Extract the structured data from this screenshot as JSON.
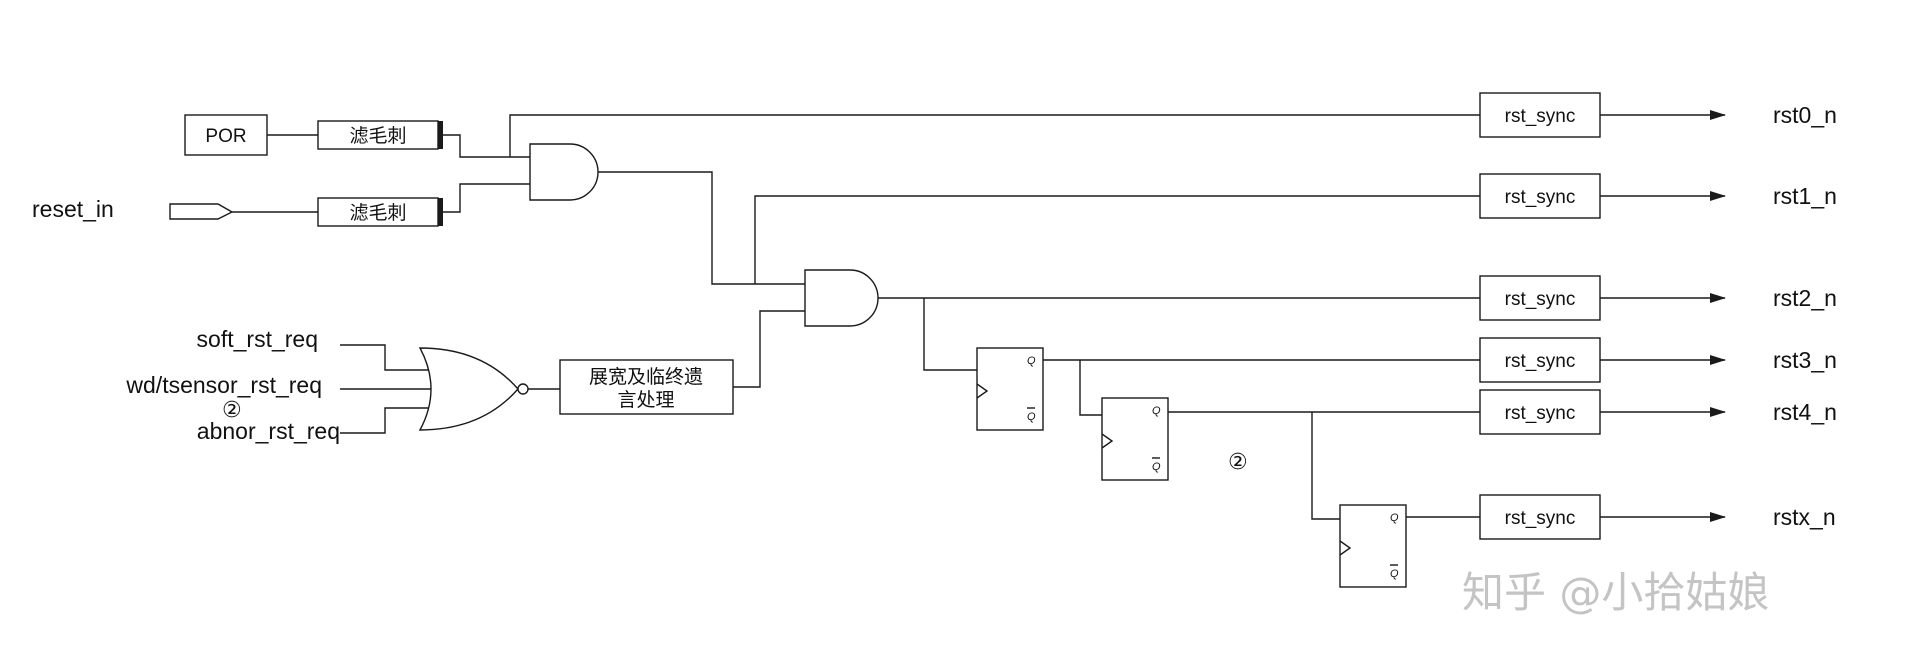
{
  "inputs": {
    "por": "POR",
    "reset_in": "reset_in",
    "soft": "soft_rst_req",
    "wd": "wd/tsensor_rst_req",
    "abnor": "abnor_rst_req"
  },
  "filter_label": "滤毛刺",
  "stretch_line1": "展宽及临终遗",
  "stretch_line2": "言处理",
  "sync_label": "rst_sync",
  "ff_q": "Q",
  "ff_qbar": "Q",
  "outputs": [
    "rst0_n",
    "rst1_n",
    "rst2_n",
    "rst3_n",
    "rst4_n",
    "rstx_n"
  ],
  "marker": "②",
  "watermark": "知乎 @小拾姑娘",
  "colors": {
    "line": "#1a1a1a",
    "watermark": "#c4c4c4"
  }
}
